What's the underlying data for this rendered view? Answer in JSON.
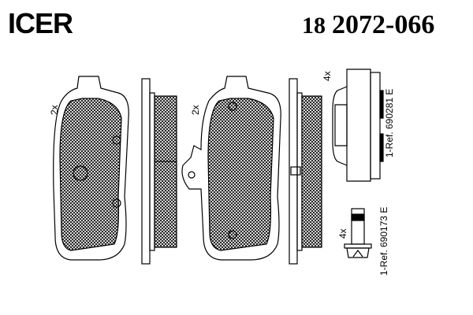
{
  "brand": {
    "logo_text": "ICER"
  },
  "part_number": {
    "prefix": "18",
    "number": "2072-066"
  },
  "pads": [
    {
      "quantity": "2x"
    },
    {
      "quantity": "2x"
    }
  ],
  "accessories": [
    {
      "quantity": "4x",
      "reference": "1-Ref. 690281 E"
    },
    {
      "quantity": "4x",
      "reference": "1-Ref. 690173 E"
    }
  ],
  "colors": {
    "line": "#000000",
    "background": "#ffffff"
  }
}
